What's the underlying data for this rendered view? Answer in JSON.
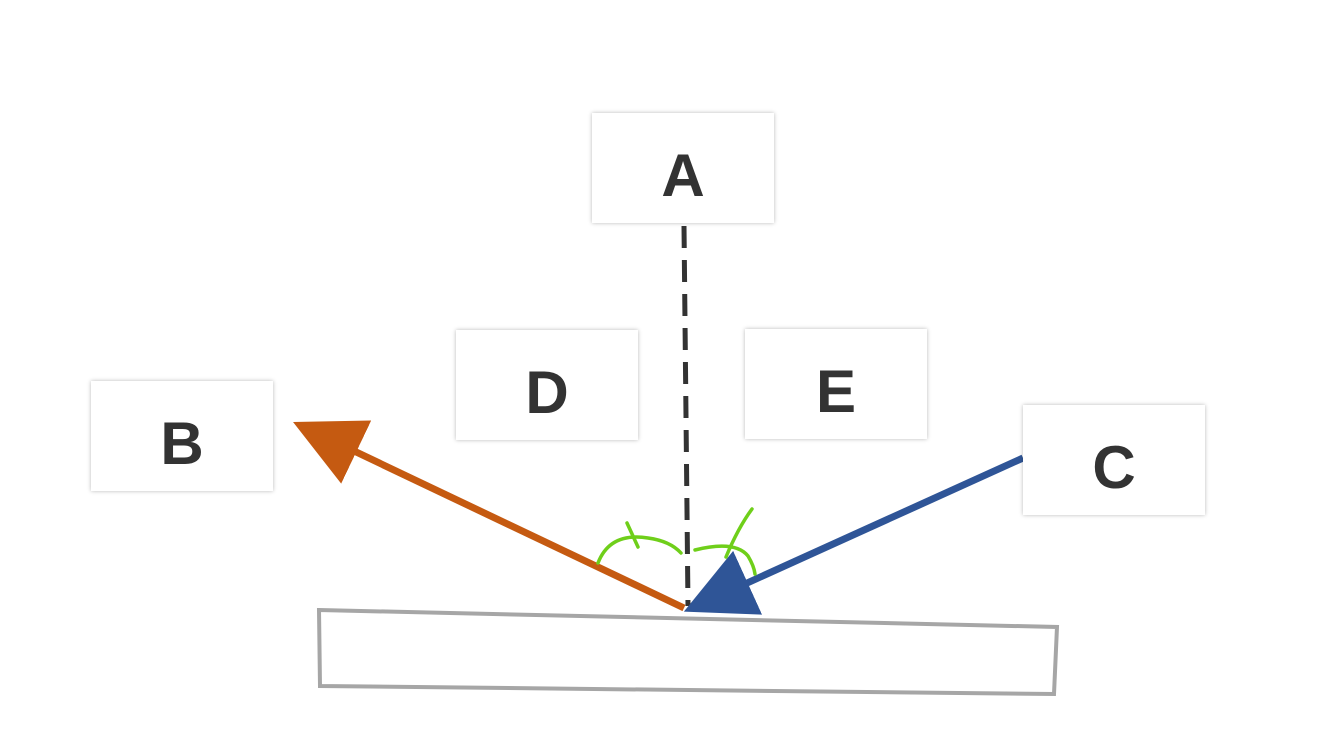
{
  "labels": {
    "a": "A",
    "b": "B",
    "c": "C",
    "d": "D",
    "e": "E"
  },
  "colors": {
    "reflected_ray": "#c55a11",
    "incident_ray": "#2f5597",
    "normal_line": "#333333",
    "angle_marks": "#6fcf1a",
    "surface_outline": "#a6a6a6",
    "label_text": "#333333"
  }
}
